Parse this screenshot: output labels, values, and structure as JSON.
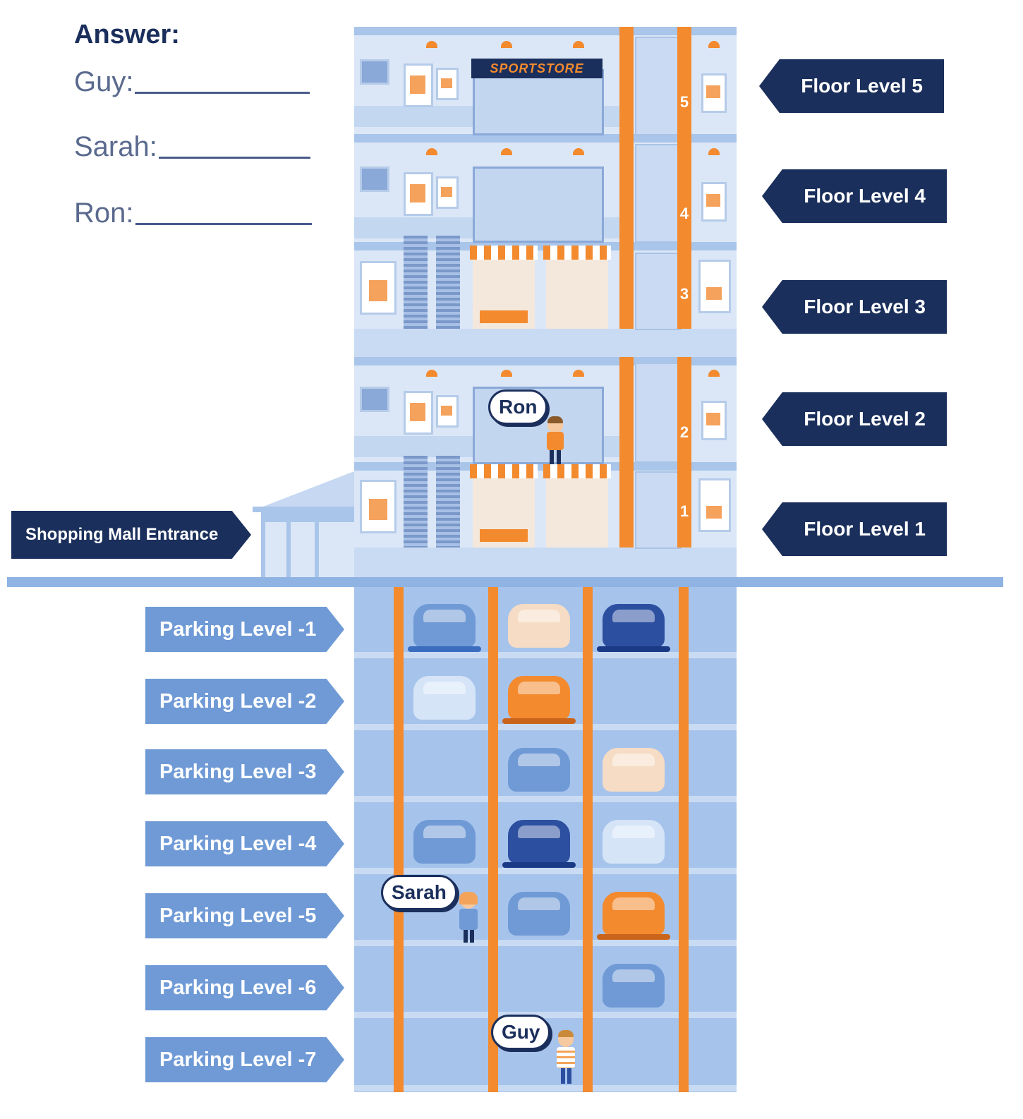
{
  "answer": {
    "title": "Answer:",
    "rows": [
      {
        "label": "Guy:"
      },
      {
        "label": "Sarah:"
      },
      {
        "label": "Ron:"
      }
    ]
  },
  "store_sign": "SPORTSTORE",
  "floors": [
    {
      "label": "Floor Level 5",
      "number": "5"
    },
    {
      "label": "Floor Level 4",
      "number": "4"
    },
    {
      "label": "Floor Level 3",
      "number": "3"
    },
    {
      "label": "Floor Level 2",
      "number": "2"
    },
    {
      "label": "Floor Level 1",
      "number": "1"
    }
  ],
  "entrance_label": "Shopping Mall Entrance",
  "parking_levels": [
    {
      "label": "Parking Level -1"
    },
    {
      "label": "Parking Level -2"
    },
    {
      "label": "Parking Level -3"
    },
    {
      "label": "Parking Level -4"
    },
    {
      "label": "Parking Level -5"
    },
    {
      "label": "Parking Level -6"
    },
    {
      "label": "Parking Level -7"
    }
  ],
  "people": {
    "ron": "Ron",
    "sarah": "Sarah",
    "guy": "Guy"
  },
  "colors": {
    "navy": "#1b2f5c",
    "orange": "#f38a2e",
    "light_blue": "#dbe7f7",
    "parking_blue": "#a6c3ec",
    "label_blue": "#6f9ad6"
  }
}
